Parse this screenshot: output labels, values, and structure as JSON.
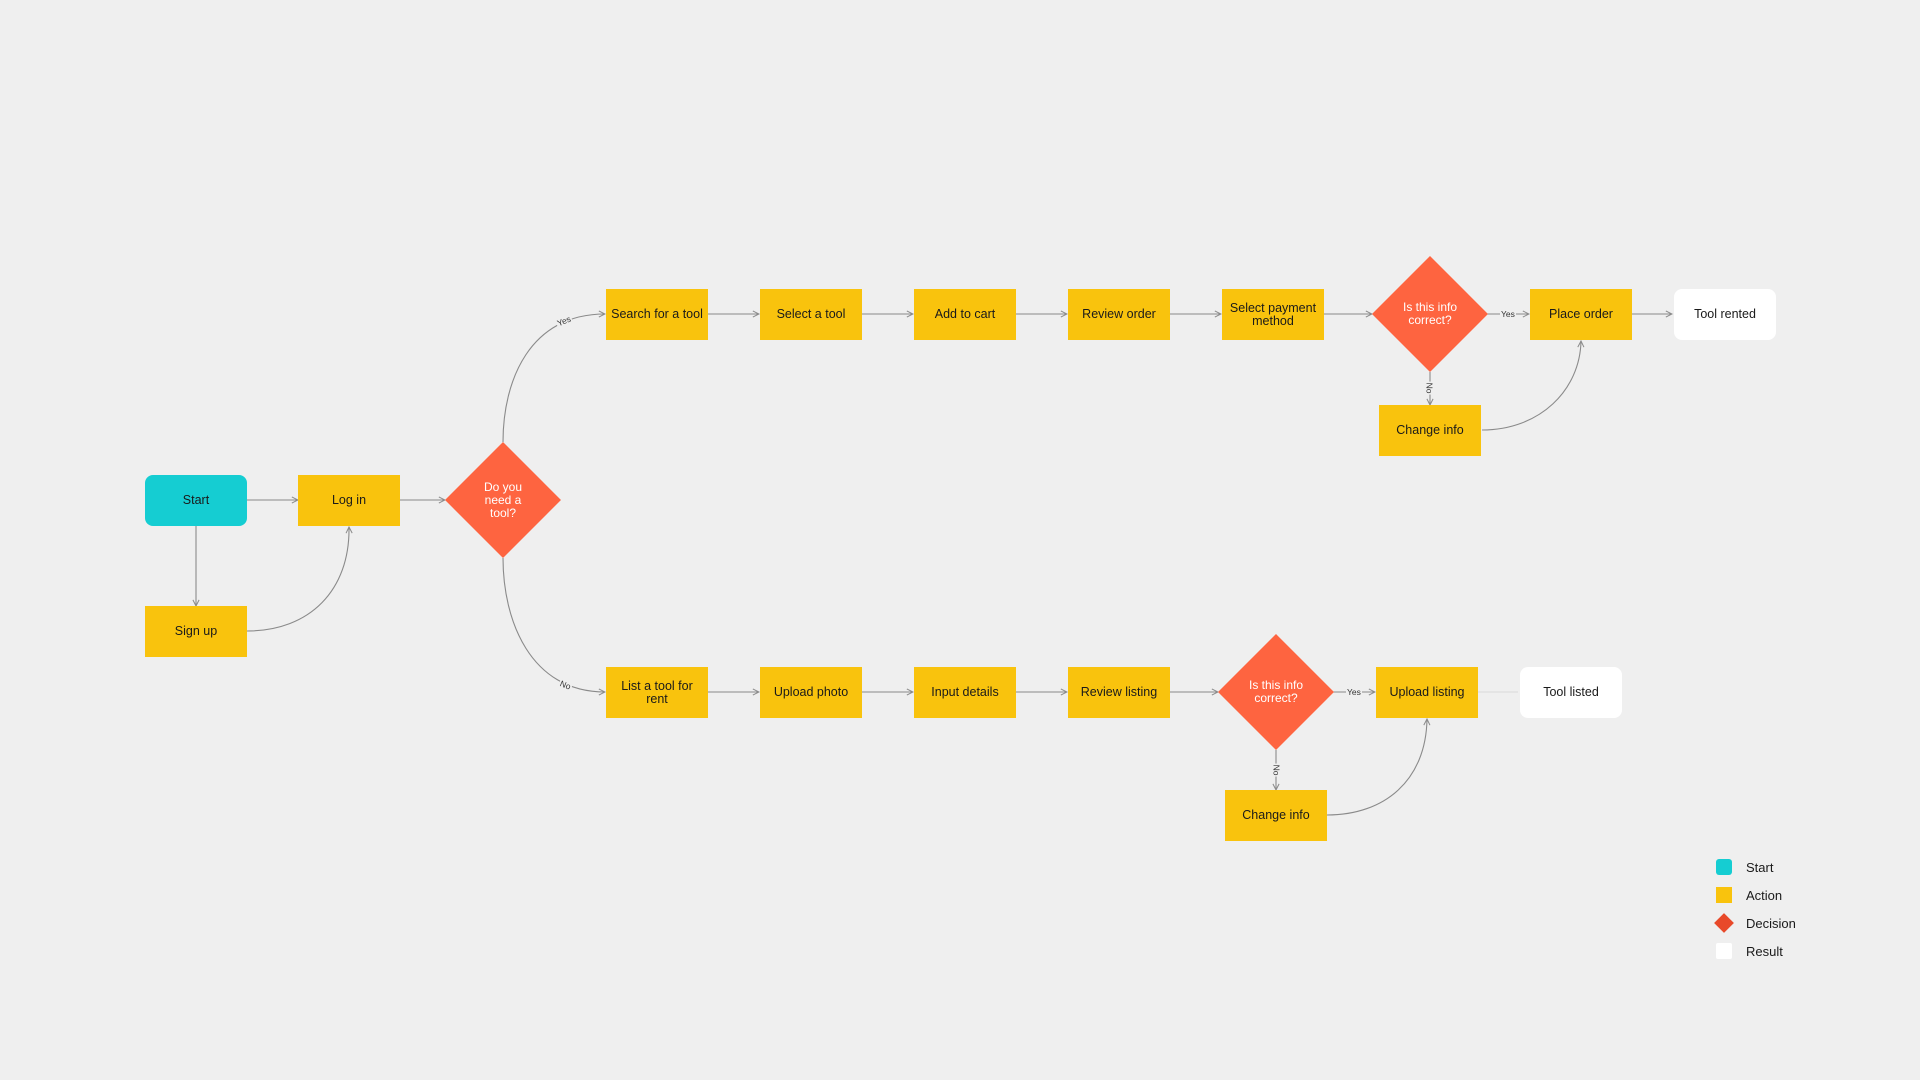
{
  "nodes": {
    "start": "Start",
    "log_in": "Log in",
    "sign_up": "Sign up",
    "need_tool": "Do you\nneed a\ntool?",
    "search_tool": "Search for a tool",
    "select_tool": "Select a tool",
    "add_cart": "Add to cart",
    "review_order": "Review order",
    "select_payment": "Select payment\nmethod",
    "info_correct_top": "Is this info\ncorrect?",
    "place_order": "Place order",
    "tool_rented": "Tool rented",
    "change_info_top": "Change info",
    "list_tool": "List a tool for rent",
    "upload_photo": "Upload photo",
    "input_details": "Input details",
    "review_listing": "Review listing",
    "info_correct_bottom": "Is this info\ncorrect?",
    "upload_listing": "Upload listing",
    "tool_listed": "Tool listed",
    "change_info_bottom": "Change info"
  },
  "edge_labels": {
    "need_yes": "Yes",
    "need_no": "No",
    "top_yes": "Yes",
    "top_no": "No",
    "bottom_yes": "Yes",
    "bottom_no": "No"
  },
  "legend": {
    "items": [
      {
        "label": "Start",
        "color": "#15cdd2"
      },
      {
        "label": "Action",
        "color": "#f9c30d"
      },
      {
        "label": "Decision",
        "color": "#e8492a"
      },
      {
        "label": "Result",
        "color": "#ffffff"
      }
    ]
  },
  "colors": {
    "background": "#efefef",
    "start": "#15cdd2",
    "action": "#f9c30d",
    "decision": "#fe6440",
    "result": "#ffffff",
    "connector": "#8a8a8a"
  }
}
